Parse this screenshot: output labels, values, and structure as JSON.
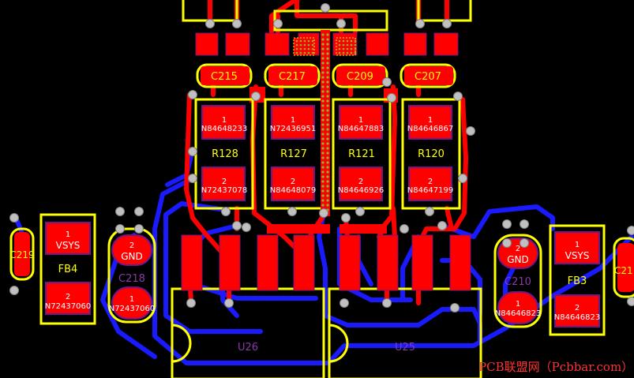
{
  "colors": {
    "background": "#000000",
    "top_copper": "#ff0000",
    "bottom_copper": "#1a1aff",
    "silkscreen": "#ffff00",
    "pad_text": "#ffffff",
    "pad_border": "#6a1a8a",
    "via": "#b5b5b5",
    "component_label": "#8a3aa8",
    "via_stitch": "#7dbb33",
    "watermark": "#ff3333"
  },
  "components": {
    "c215": {
      "ref": "C215"
    },
    "c217": {
      "ref": "C217"
    },
    "c209": {
      "ref": "C209"
    },
    "c207": {
      "ref": "C207"
    },
    "r128": {
      "ref": "R128",
      "pin1": "1",
      "net1": "N84648233",
      "pin2": "2",
      "net2": "N72437078"
    },
    "r127": {
      "ref": "R127",
      "pin1": "1",
      "net1": "N72436951",
      "pin2": "2",
      "net2": "N84648079"
    },
    "r121": {
      "ref": "R121",
      "pin1": "1",
      "net1": "N84647883",
      "pin2": "2",
      "net2": "N84646926"
    },
    "r120": {
      "ref": "R120",
      "pin1": "1",
      "net1": "N84646867",
      "pin2": "2",
      "net2": "N84647199"
    },
    "fb4": {
      "ref": "FB4",
      "pin1": "1",
      "net1": "VSYS",
      "pin2": "2",
      "net2": "N72437060"
    },
    "c218": {
      "ref": "C218",
      "pin2": "2",
      "net2": "GND",
      "pin1": "1",
      "net1": "N72437060"
    },
    "c219": {
      "ref": "C219"
    },
    "c210": {
      "ref": "C210",
      "pin2": "2",
      "net2": "GND",
      "pin1": "1",
      "net1": "N84646823"
    },
    "fb3": {
      "ref": "FB3",
      "pin1": "1",
      "net1": "VSYS",
      "pin2": "2",
      "net2": "N84646823"
    },
    "c21x": {
      "ref": "C21"
    },
    "u26": {
      "ref": "U26"
    },
    "u25": {
      "ref": "U25"
    }
  },
  "watermark": {
    "text": "PCB联盟网（Pcbbar.com）"
  }
}
